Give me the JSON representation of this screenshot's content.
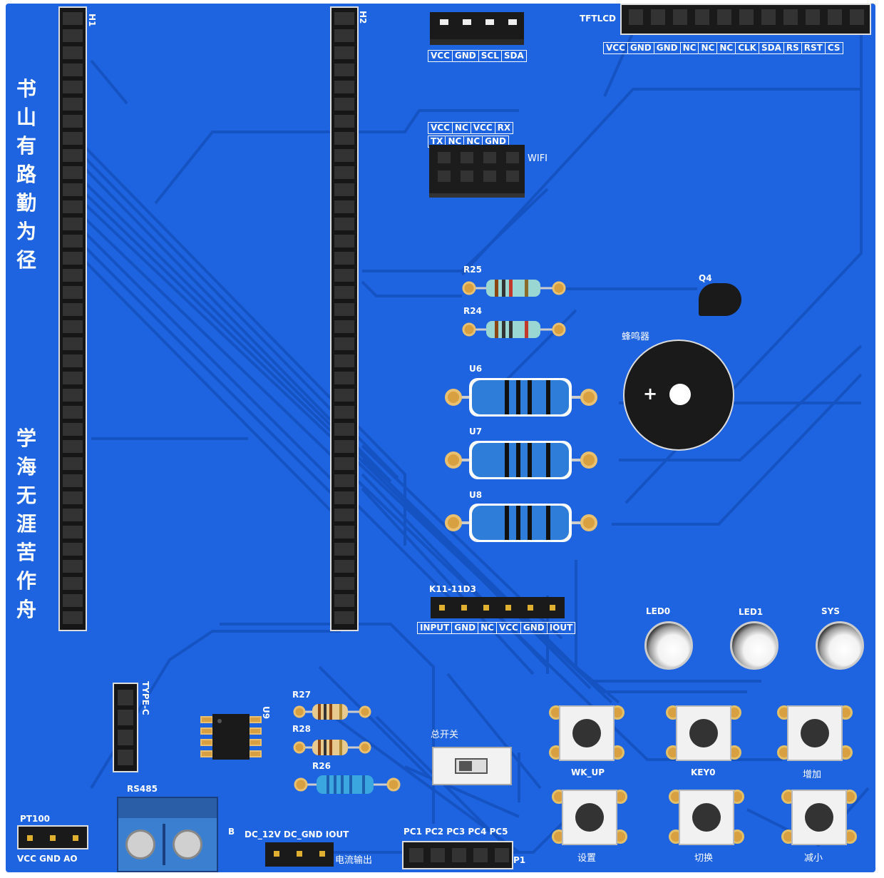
{
  "colors": {
    "board": "#1e63df",
    "trace": "#1855c5",
    "silk": "#ffffff",
    "pad": "#d8a040"
  },
  "headers": {
    "h1": "H1",
    "h2": "H2"
  },
  "slogan": {
    "top": [
      "书",
      "山",
      "有",
      "路",
      "勤",
      "为",
      "径"
    ],
    "bottom": [
      "学",
      "海",
      "无",
      "涯",
      "苦",
      "作",
      "舟"
    ]
  },
  "i2c": {
    "pins": [
      "VCC",
      "GND",
      "SCL",
      "SDA"
    ]
  },
  "tftlcd": {
    "title": "TFTLCD",
    "pins": [
      "VCC",
      "GND",
      "GND",
      "NC",
      "NC",
      "NC",
      "CLK",
      "SDA",
      "RS",
      "RST",
      "CS"
    ]
  },
  "wifi": {
    "title": "WIFI",
    "row1": [
      "VCC",
      "NC",
      "VCC",
      "RX"
    ],
    "row2": [
      "TX",
      "NC",
      "NC",
      "GND"
    ]
  },
  "resistors": {
    "r25": "R25",
    "r24": "R24",
    "r27": "R27",
    "r28": "R28",
    "r26": "R26",
    "u6": "U6",
    "u7": "U7",
    "u8": "U8"
  },
  "q4": "Q4",
  "buzzer": {
    "label": "蜂鸣器",
    "plus": "+"
  },
  "k11": {
    "title": "K11-11D3",
    "pins": [
      "INPUT",
      "GND",
      "NC",
      "VCC",
      "GND",
      "IOUT"
    ]
  },
  "leds": [
    "LED0",
    "LED1",
    "SYS"
  ],
  "buttons": {
    "row1": [
      "WK_UP",
      "KEY0",
      "增加"
    ],
    "row2": [
      "设置",
      "切换",
      "减小"
    ]
  },
  "typec": "TYPE-C",
  "u9": "U9",
  "switch": "总开关",
  "rs485": {
    "title": "RS485",
    "b": "B"
  },
  "pt100": {
    "title": "PT100",
    "pins": "VCC  GND  AO"
  },
  "power": {
    "pins": "DC_12V DC_GND IOUT",
    "out": "电流输出"
  },
  "portc": {
    "pins": "PC1 PC2 PC3 PC4 PC5",
    "p1": "P1"
  }
}
